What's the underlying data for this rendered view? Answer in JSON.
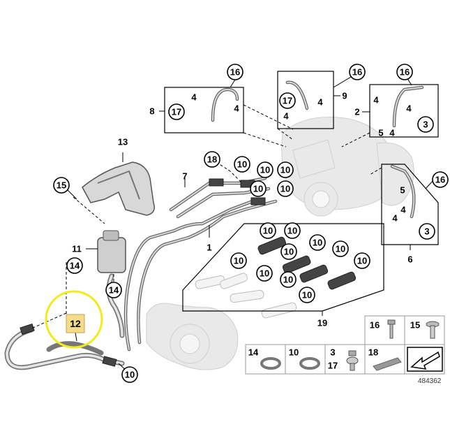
{
  "diagram_number": "484362",
  "highlighted_part": "12",
  "accent_color": "#f2ea1b",
  "highlight_fill": "#f5dc8c",
  "callouts": {
    "c16a": "16",
    "c16b": "16",
    "c16c": "16",
    "c16d": "16",
    "c17a": "17",
    "c17b": "17",
    "c4a": "4",
    "c4b": "4",
    "c4c": "4",
    "c4d": "4",
    "c4e": "4",
    "c4f": "4",
    "c4g": "4",
    "c4h": "4",
    "c4i": "4",
    "c3a": "3",
    "c3b": "3",
    "c5a": "5",
    "c5b": "5",
    "c8": "8",
    "c9": "9",
    "c2": "2",
    "c6": "6",
    "c7": "7",
    "c1": "1",
    "c13": "13",
    "c15": "15",
    "c11": "11",
    "c12": "12",
    "c19": "19",
    "c14a": "14",
    "c14b": "14",
    "c18": "18",
    "c10a": "10",
    "c10b": "10",
    "c10c": "10",
    "c10d": "10",
    "c10e": "10",
    "c10f": "10",
    "c10g": "10",
    "c10h": "10",
    "c10i": "10",
    "c10j": "10",
    "c10k": "10",
    "c10l": "10",
    "c10m": "10",
    "c10n": "10",
    "c10o": "10",
    "c10p": "10"
  },
  "legend": {
    "row1": [
      "16",
      "15"
    ],
    "row2": [
      "14",
      "10",
      "3",
      "17",
      "18"
    ]
  }
}
